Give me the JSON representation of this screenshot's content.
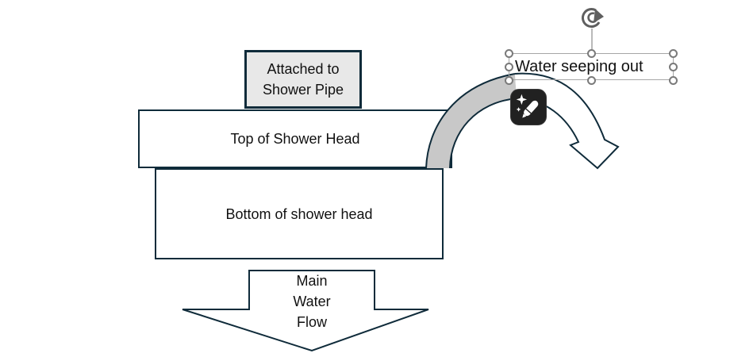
{
  "shapes": {
    "pipe_box": {
      "label": "Attached to\nShower Pipe"
    },
    "top_box": {
      "label": "Top of Shower Head"
    },
    "bottom_box": {
      "label": "Bottom of shower head"
    },
    "flow_arrow": {
      "label": "Main\nWater\nFlow"
    },
    "seep_textbox": {
      "text": "Water seeping out"
    }
  },
  "icons": {
    "rotate_handle": "rotate-clockwise-icon",
    "designer_button": "sparkle-pen-icon"
  },
  "colors": {
    "shape_outline": "#0f2b3a",
    "curved_arrow_tail_fill": "#c8c8c8",
    "pipe_box_fill": "#e8e8e8",
    "selection_border": "#a6a6a6",
    "handle_stroke": "#7a7a7a",
    "designer_button_bg": "#212121",
    "rotate_glyph": "#5f5f5f",
    "text": "#111111"
  }
}
